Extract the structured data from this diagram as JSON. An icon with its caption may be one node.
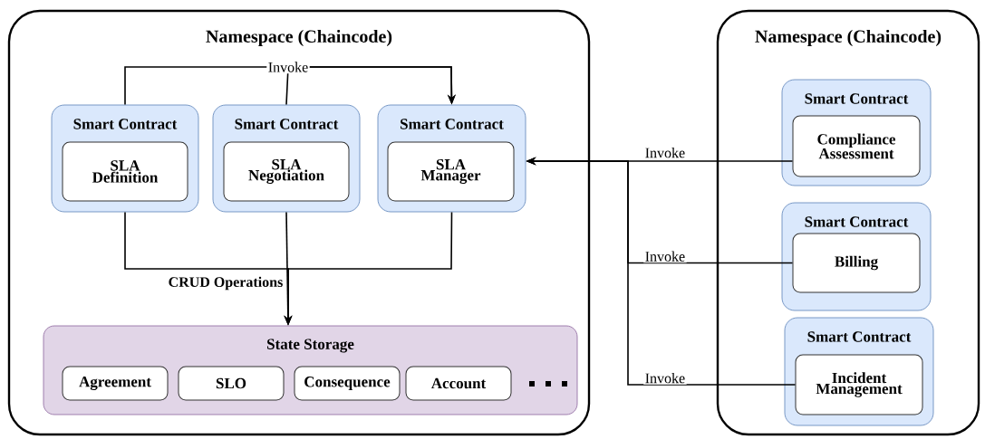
{
  "diagram": {
    "nodes": [
      {
        "text": [
          "Namespace (Chaincode)"
        ]
      },
      {
        "text": [
          "Smart Contract"
        ],
        "in": 0
      },
      {
        "text": [
          "SLA Definition"
        ],
        "in": 1
      },
      {
        "text": [
          "Smart Contract"
        ],
        "in": 0
      },
      {
        "text": [
          "SLA Negotiation"
        ],
        "in": 3
      },
      {
        "text": [
          "Smart Contract"
        ],
        "in": 0
      },
      {
        "text": [
          "SLA Manager"
        ],
        "in": 5
      },
      {
        "text": [
          "State Storage"
        ],
        "in": 0
      },
      {
        "text": [
          "Agreement"
        ],
        "in": 7
      },
      {
        "text": [
          "SLO"
        ],
        "in": 7
      },
      {
        "text": [
          "Consequence"
        ],
        "in": 7
      },
      {
        "text": [
          "Account"
        ],
        "in": 7
      },
      {
        "text": [
          "Namespace (Chaincode)"
        ]
      },
      {
        "text": [
          "Smart Contract"
        ],
        "in": 12
      },
      {
        "text": [
          "Compliance Assessment"
        ],
        "in": 13
      },
      {
        "text": [
          "Smart Contract"
        ],
        "in": 12
      },
      {
        "text": [
          "Billing"
        ],
        "in": 15
      },
      {
        "text": [
          "Smart Contract"
        ],
        "in": 12
      },
      {
        "text": [
          "Incident Management"
        ],
        "in": 17
      }
    ],
    "edges": [
      {
        "from": 1,
        "to": 5,
        "arrow": "to",
        "label": "Invoke"
      },
      {
        "from": 3,
        "to": 5,
        "arrow": "to"
      },
      {
        "from": 1,
        "to": 7,
        "arrow": "to"
      },
      {
        "from": 3,
        "to": 7,
        "arrow": "to",
        "label": "CRUD Operations"
      },
      {
        "from": 5,
        "to": 7,
        "arrow": "to"
      },
      {
        "from": 14,
        "to": 5,
        "arrow": "to",
        "label": "Invoke"
      },
      {
        "from": 16,
        "to": 5,
        "arrow": "to",
        "label": "Invoke"
      },
      {
        "from": 18,
        "to": 5,
        "arrow": "to",
        "label": "Invoke"
      }
    ]
  }
}
